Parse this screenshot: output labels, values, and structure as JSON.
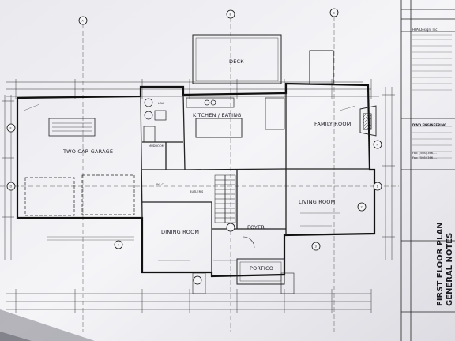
{
  "rooms": {
    "deck": "DECK",
    "kitchen": "KITCHEN / EATING",
    "family_room": "FAMILY ROOM",
    "garage": "TWO CAR GARAGE",
    "living_room": "LIVING ROOM",
    "dining_room": "DINING ROOM",
    "foyer": "FOYER",
    "portico": "PORTICO",
    "mudroom": "MUDROOM",
    "laundry": "LAU",
    "wic": "W.I.C.",
    "butlers": "BUTLER'S"
  },
  "title_block": {
    "firm": "HPA Design, Inc",
    "engineer": "DWD ENGINEERING",
    "phone_1": "Fax: (508) 366-...",
    "phone_2": "Fax: (508) 366-...",
    "sheet_title": "FIRST FLOOR PLAN",
    "sheet_subtitle": "GENERAL NOTES"
  },
  "grid_bubbles": [
    "A",
    "B",
    "C",
    "D",
    "E",
    "F",
    "1",
    "2",
    "3",
    "4"
  ],
  "colors": {
    "paper": "#f3f3f6",
    "ink": "#1a1a22",
    "shadow": "#8a8a93"
  }
}
